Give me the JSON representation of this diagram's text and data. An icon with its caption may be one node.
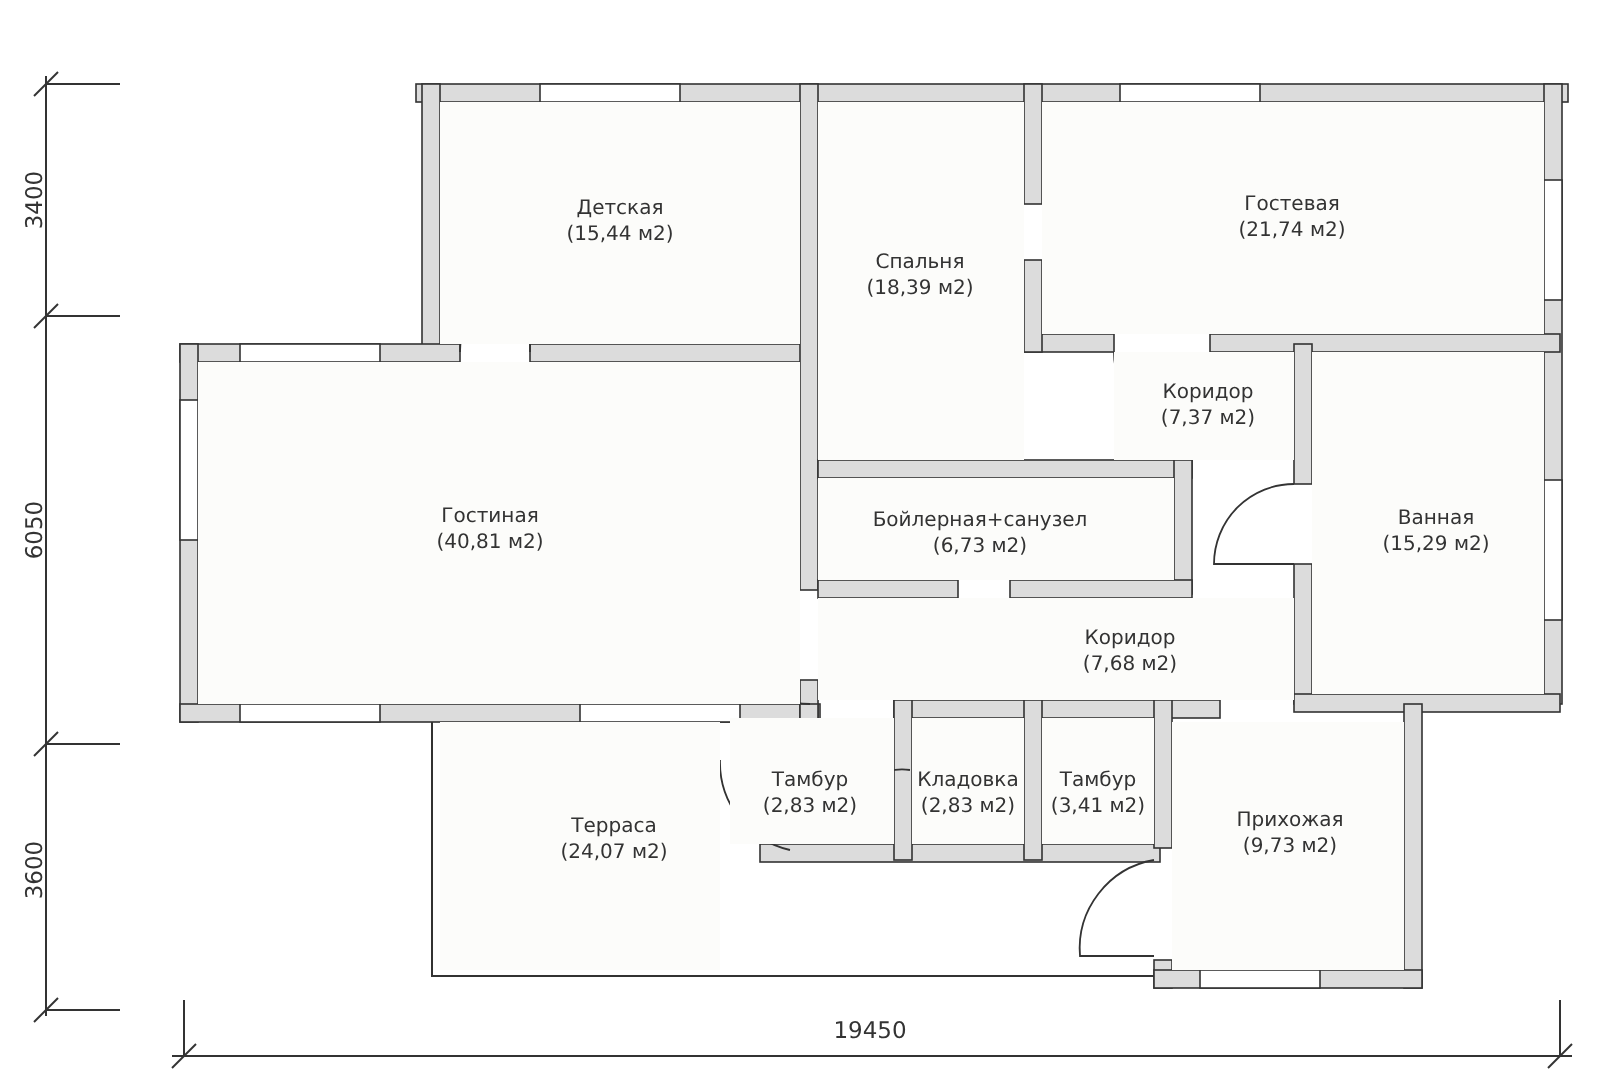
{
  "diagram": {
    "nodes": [
      {
        "text": [
          "Детская",
          "(15,44 м2)"
        ]
      },
      {
        "text": [
          "Спальня",
          "(18,39 м2)"
        ]
      },
      {
        "text": [
          "Гостевая",
          "(21,74 м2)"
        ]
      },
      {
        "text": [
          "Коридор",
          "(7,37 м2)"
        ]
      },
      {
        "text": [
          "Гостиная",
          "(40,81 м2)"
        ]
      },
      {
        "text": [
          "Бойлерная+санузел",
          "(6,73 м2)"
        ]
      },
      {
        "text": [
          "Ванная",
          "(15,29 м2)"
        ]
      },
      {
        "text": [
          "Коридор",
          "(7,68 м2)"
        ]
      },
      {
        "text": [
          "Тамбур",
          "(2,83 м2)"
        ]
      },
      {
        "text": [
          "Кладовка",
          "(2,83 м2)"
        ]
      },
      {
        "text": [
          "Тамбур",
          "(3,41 м2)"
        ]
      },
      {
        "text": [
          "Терраса",
          "(24,07 м2)"
        ]
      },
      {
        "text": [
          "Прихожая",
          "(9,73 м2)"
        ]
      }
    ],
    "labels": [
      "3400",
      "6050",
      "3600",
      "19450"
    ]
  }
}
